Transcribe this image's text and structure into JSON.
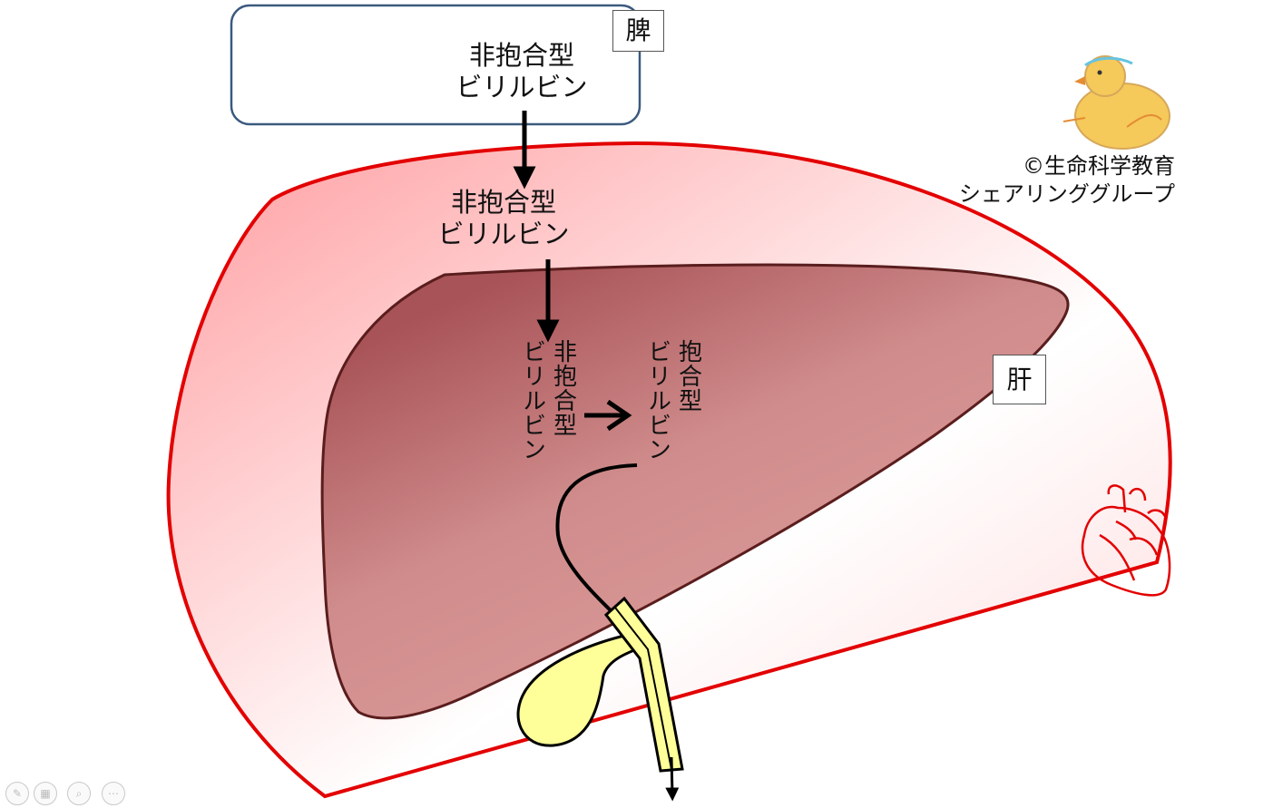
{
  "spleen": {
    "organ_label": "脾",
    "bilirubin_line1": "非抱合型",
    "bilirubin_line2": "ビリルビン"
  },
  "blood": {
    "bilirubin_line1": "非抱合型",
    "bilirubin_line2": "ビリルビン"
  },
  "liver": {
    "organ_label": "肝",
    "unconjugated_line1": "非抱合型",
    "unconjugated_line2": "ビリルビン",
    "conjugated_line1": "抱合型",
    "conjugated_line2": "ビリルビン"
  },
  "credit": {
    "line1": "©生命科学教育",
    "line2": "シェアリンググループ"
  },
  "colors": {
    "body_outline": "#e30000",
    "body_fill_edge": "#ff9ea1",
    "liver_dark": "#a85357",
    "liver_light": "#d99593",
    "liver_outline": "#5a1d1d",
    "bile_duct": "#ffff99",
    "spleen_box_border": "#3b5a7e"
  },
  "icons": {
    "mascot": "chick-icon",
    "heart": "heart-icon",
    "toolbar": [
      "pen-icon",
      "slides-icon",
      "zoom-icon",
      "more-icon"
    ]
  }
}
